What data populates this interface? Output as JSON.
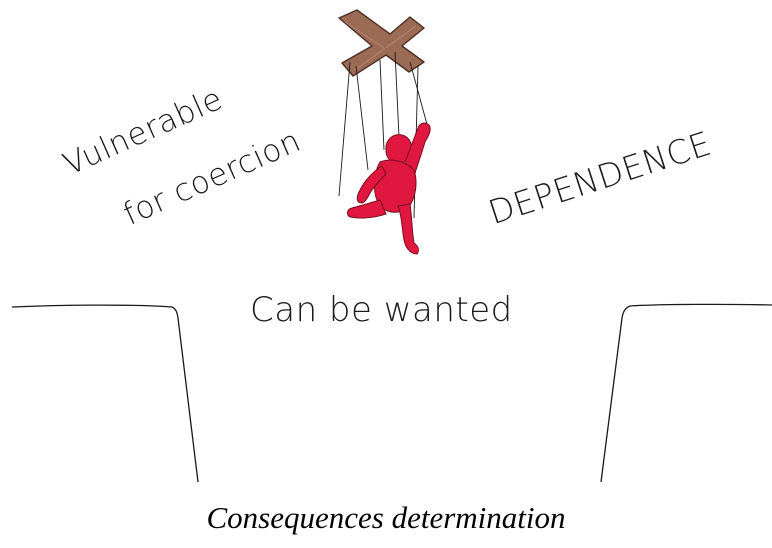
{
  "labels": {
    "vulnerable_line1": "Vulnerable",
    "vulnerable_line2": "for coercion",
    "dependence": "DEPENDENCE",
    "can_be_wanted": "Can be wanted"
  },
  "caption": "Consequences determination",
  "colors": {
    "figure": "#e0173f",
    "control_bar": "#9b6b55",
    "ink": "#1a1a1a"
  },
  "icons": {
    "figure": "puppet-figure-icon",
    "controller": "puppet-controller-icon"
  }
}
